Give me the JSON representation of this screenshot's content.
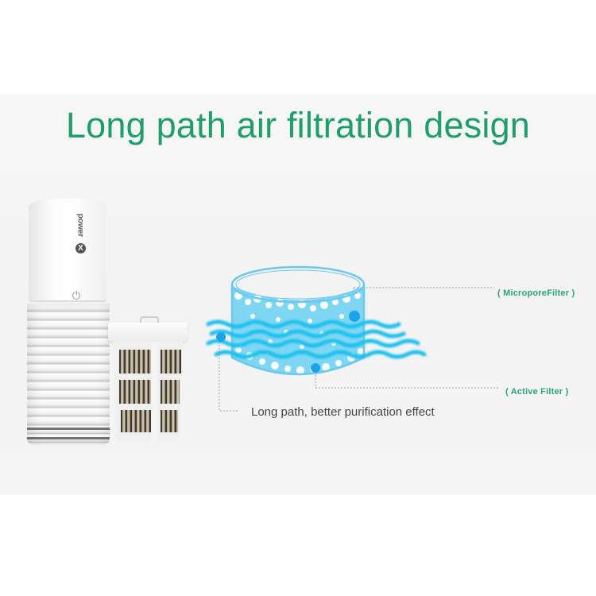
{
  "title": "Long path air filtration design",
  "product": {
    "brand_text": "power",
    "brand_mark": "X",
    "power_icon": "power-icon"
  },
  "callouts": {
    "top_label": "( MicroporeFilter )",
    "bottom_label": "( Active Filter )",
    "caption": "Long path, better purification effect"
  },
  "colors": {
    "title_green": "#1e9e6a",
    "label_green": "#2aa27a",
    "water_blue": "#1fc0ee",
    "caption_gray": "#444444",
    "band_gray": "#f4f4f4"
  }
}
